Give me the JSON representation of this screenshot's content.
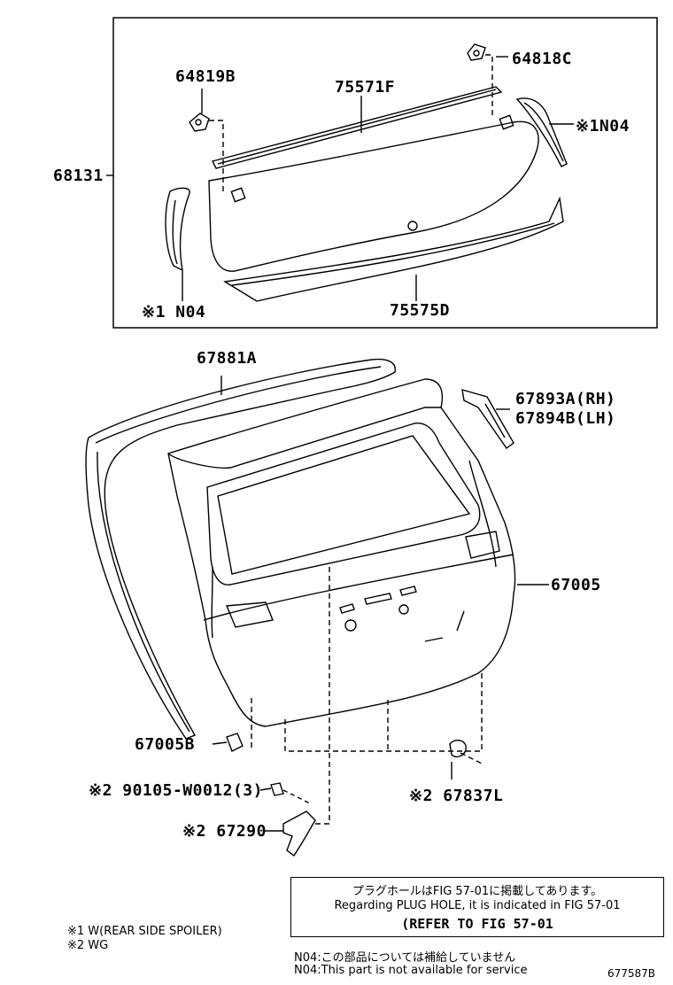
{
  "parts": {
    "p64819B": "64819B",
    "p75571F": "75571F",
    "p64818C": "64818C",
    "pN04_top": "※1N04",
    "p68131": "68131",
    "pN04_left": "※1 N04",
    "p75575D": "75575D",
    "p67881A": "67881A",
    "p67893A": "67893A(RH)",
    "p67894B": "67894B(LH)",
    "p67005": "67005",
    "p67005B": "67005B",
    "p90105": "※2 90105-W0012(3)",
    "p67837L": "※2 67837L",
    "p67290": "※2 67290"
  },
  "notebox": {
    "line1": "プラグホールはFIG 57-01に掲載してあります。",
    "line2": "Regarding PLUG HOLE, it is indicated in FIG 57-01",
    "line3": "(REFER TO FIG 57-01"
  },
  "footnotes": {
    "w": "※1 W(REAR SIDE SPOILER)",
    "wg": "※2 WG",
    "n04_jp": "N04:この部品については補給していません",
    "n04_en": "N04:This part is not available for service",
    "figid": "677587B"
  }
}
